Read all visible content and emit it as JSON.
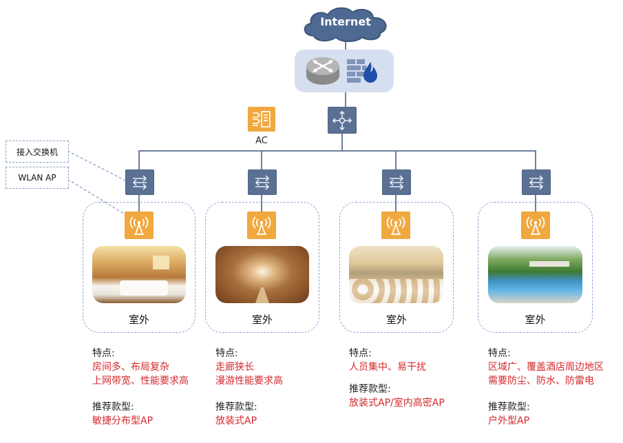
{
  "title": "Hotel WLAN network topology",
  "top": {
    "internet_label": "Internet",
    "gateway_icons": [
      "router-icon",
      "firewall-icon"
    ],
    "core_switch_icon": "core-switch-icon",
    "ac_label": "AC",
    "ac_icon": "access-controller-icon"
  },
  "callouts": {
    "access_switch": "接入交换机",
    "wlan_ap": "WLAN AP"
  },
  "colors": {
    "device_blue": "#5a7194",
    "ap_orange": "#f0a83f",
    "highlight_red": "#d4282c",
    "panel_bg": "#d6dff0",
    "dashed_border": "#8ea6d2"
  },
  "scenarios": [
    {
      "photo": "hotel-guest-room",
      "label": "室外",
      "features_title": "特点:",
      "features": [
        "房间多、布局复杂",
        "上网带宽、性能要求高"
      ],
      "recommend_title": "推荐款型:",
      "recommend": "敏捷分布型AP"
    },
    {
      "photo": "hotel-corridor",
      "label": "室外",
      "features_title": "特点:",
      "features": [
        "走廊狭长",
        "漫游性能要求高"
      ],
      "recommend_title": "推荐款型:",
      "recommend": "放装式AP"
    },
    {
      "photo": "banquet-hall",
      "label": "室外",
      "features_title": "特点:",
      "features": [
        "人员集中、易干扰"
      ],
      "recommend_title": "推荐款型:",
      "recommend": "放装式AP/室内高密AP"
    },
    {
      "photo": "outdoor-pool",
      "label": "室外",
      "features_title": "特点:",
      "features": [
        "区域广、覆盖酒店周边地区",
        "需要防尘、防水、防雷电"
      ],
      "recommend_title": "推荐款型:",
      "recommend": "户外型AP"
    }
  ]
}
